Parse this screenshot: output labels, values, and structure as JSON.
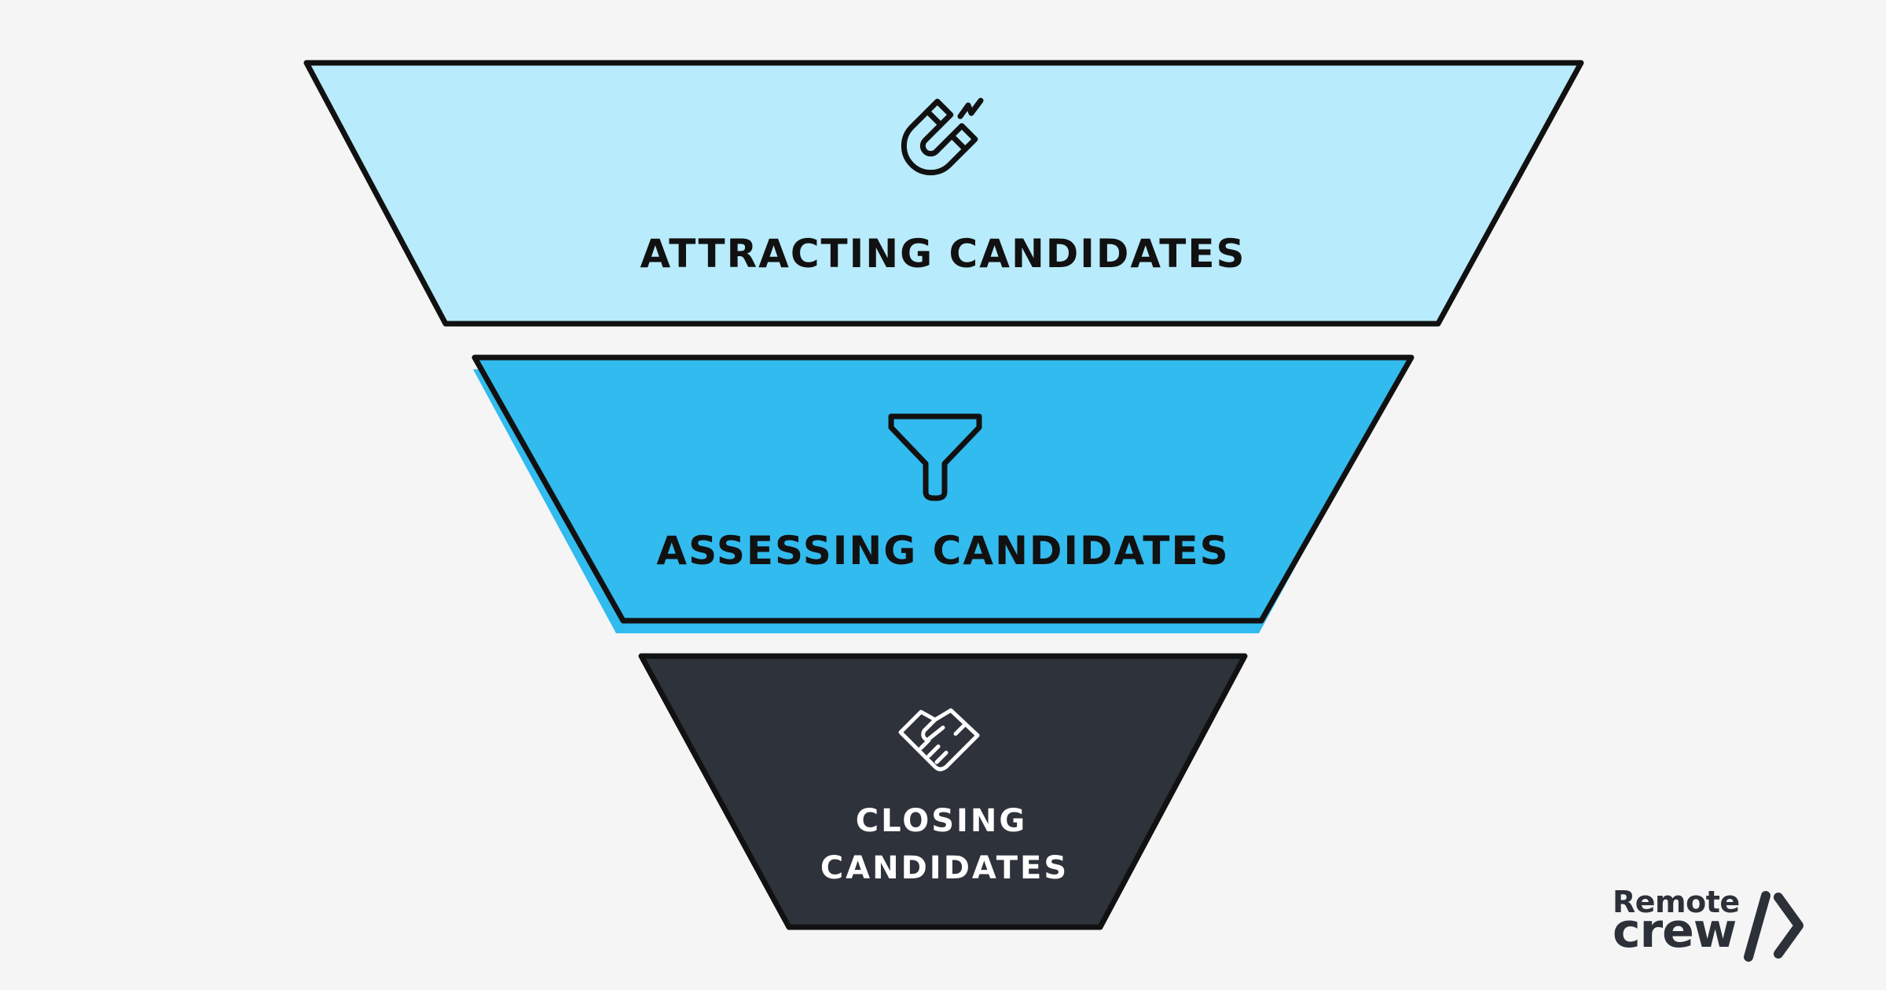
{
  "stages": [
    {
      "label": "ATTRACTING CANDIDATES",
      "icon": "magnet-icon",
      "fill": "#b8ebfb",
      "text_color": "#111111"
    },
    {
      "label": "ASSESSING CANDIDATES",
      "icon": "funnel-icon",
      "fill": "#32bbee",
      "text_color": "#111111"
    },
    {
      "label_line1": "CLOSING",
      "label_line2": "CANDIDATES",
      "icon": "handshake-icon",
      "fill": "#2d323b",
      "text_color": "#ffffff"
    }
  ],
  "brand": {
    "line1": "Remote",
    "line2": "crew",
    "accent": "#2b3039"
  },
  "colors": {
    "background": "#f5f5f5",
    "outline": "#111111",
    "shadow": "#32bbee"
  }
}
